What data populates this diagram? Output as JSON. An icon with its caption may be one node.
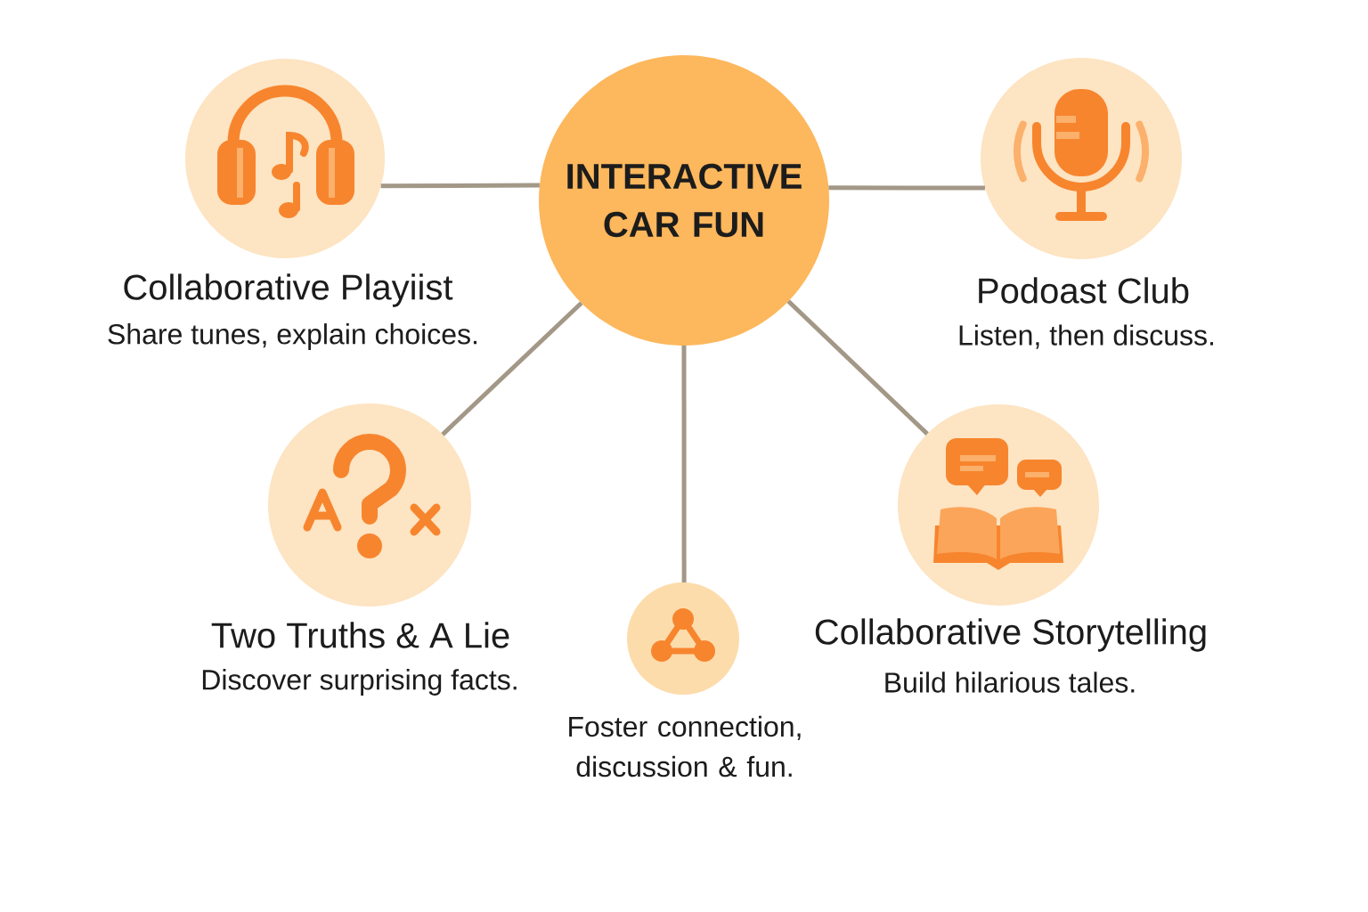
{
  "diagram": {
    "nodes": [
      {
        "text": [
          "INTERACTIVE CAR FUN"
        ]
      },
      {
        "text": [
          "Collaborative Playiist",
          "Share tunes, explain choices."
        ]
      },
      {
        "text": [
          "Podoast Club",
          "Listen, then discuss."
        ]
      },
      {
        "text": [
          "Two Truths & A Lie",
          "Discover surprising facts."
        ]
      },
      {
        "text": [
          "Foster connection, discussion & fun."
        ]
      },
      {
        "text": [
          "Collaborative Storytelling",
          "Build hilarious tales."
        ]
      }
    ],
    "edges": [
      {
        "from": 0,
        "to": 1,
        "arrow": "none"
      },
      {
        "from": 0,
        "to": 2,
        "arrow": "none"
      },
      {
        "from": 0,
        "to": 3,
        "arrow": "none"
      },
      {
        "from": 0,
        "to": 4,
        "arrow": "none"
      },
      {
        "from": 0,
        "to": 5,
        "arrow": "none"
      }
    ]
  }
}
